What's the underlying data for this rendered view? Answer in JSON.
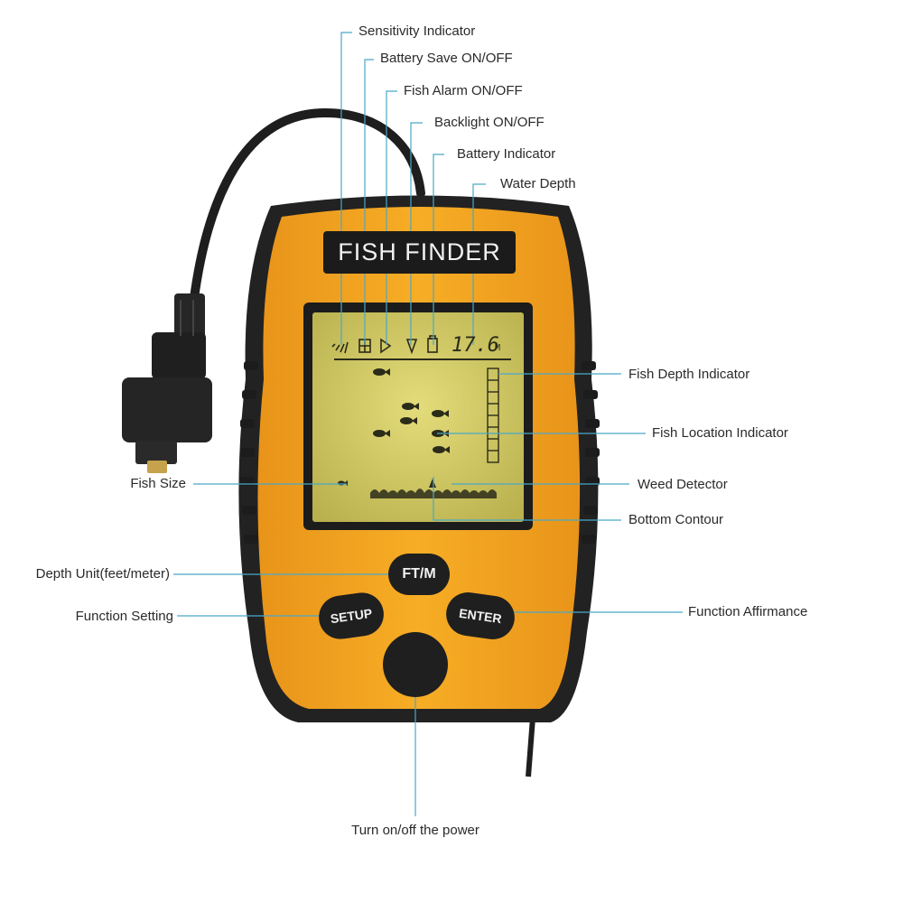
{
  "device": {
    "title": "FISH FINDER",
    "lcd_depth": "17.6",
    "lcd_unit": "M",
    "buttons": {
      "ftm": "FT/M",
      "setup": "SETUP",
      "enter": "ENTER",
      "power_icon": "power-icon"
    }
  },
  "labels": {
    "sensitivity": "Sensitivity Indicator",
    "battery_save": "Battery Save ON/OFF",
    "fish_alarm": "Fish Alarm ON/OFF",
    "backlight": "Backlight ON/OFF",
    "battery": "Battery Indicator",
    "water_depth": "Water Depth",
    "fish_depth": "Fish Depth Indicator",
    "fish_location": "Fish Location Indicator",
    "fish_size": "Fish Size",
    "weed": "Weed Detector",
    "bottom": "Bottom Contour",
    "depth_unit": "Depth Unit(feet/meter)",
    "function_setting": "Function Setting",
    "function_affirmance": "Function Affirmance",
    "power": "Turn on/off the power"
  },
  "colors": {
    "body_yellow": "#f5a51c",
    "body_dark": "#2a2a2a",
    "lcd_bg": "#d8d070",
    "leader_line": "#4aa8c8"
  }
}
